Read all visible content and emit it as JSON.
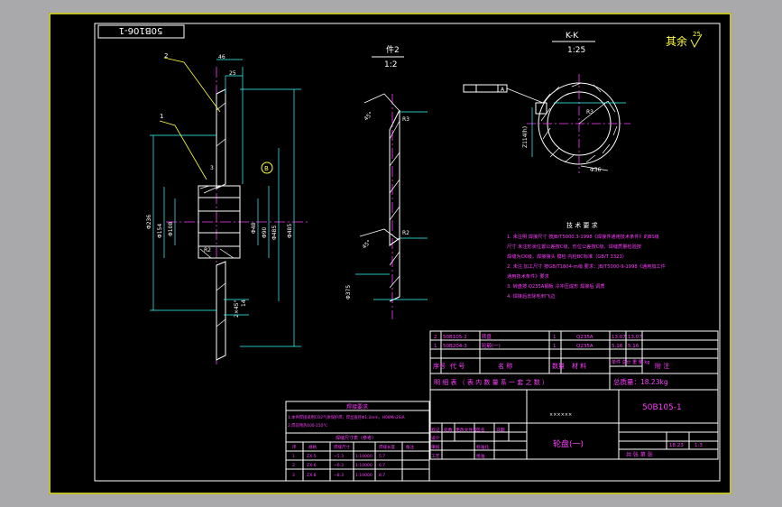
{
  "drawing": {
    "code_box": "50B106-1",
    "roughness_note": "其余",
    "roughness_value": "25",
    "detail_label": "件2",
    "detail_scale": "1:2",
    "section_label": "K-K",
    "section_scale": "1:25",
    "datum_label": "A",
    "circle_marker": "B"
  },
  "dimensions": {
    "d1": "46",
    "d2": "25",
    "d3": "Φ236",
    "d4": "Φ154",
    "d5": "Φ108",
    "d6": "Φ90",
    "d7": "Φ48",
    "d8": "Φ485",
    "d9": "R2",
    "d10": "3",
    "d11": "45°",
    "d12": "2×45°",
    "d13": "14",
    "d14": "Φ375",
    "d15": "R3",
    "d16": "Φ36",
    "d17": "Z114(h)"
  },
  "tech_req": {
    "title": "技 术 要 求",
    "lines": [
      "1. 未注明 焊接尺寸 按JB/T5000.3-1998《焊接件通用技术条件》的BS级",
      "   尺寸 未注形状位置公差按C级、形位公差按C级、焊缝质量检验按",
      "   焊缝为CK级，焊接接头 模检 内检BC标准（GB/T 3323）",
      "2. 未注 加工尺寸 按GB/T1804-m级 要求：JB/T5000-9-1998《通用加工件",
      "   通用技术条件》要求",
      "3. 转盘按 Q235A钢板 冷冲压成形 焊接后 调质",
      "4. 焊接后去除毛刺飞边"
    ]
  },
  "parts_list": {
    "rows": [
      {
        "no": "2",
        "code": "50B105-2",
        "name": "转盘",
        "qty": "1",
        "material": "Q235A",
        "unit_wt": "13.07",
        "total_wt": "13.07"
      },
      {
        "no": "1",
        "code": "50B204-3",
        "name": "轮毂(一)",
        "qty": "1",
        "material": "Q235A",
        "unit_wt": "5.16",
        "total_wt": "5.16"
      }
    ],
    "header": {
      "no": "序号",
      "code": "代  号",
      "name": "名    称",
      "qty": "数量",
      "material": "材  料",
      "weight": "单件 总计 重 量 kg",
      "note": "附  注"
    },
    "footer": "明   细   表   （ 表 内 数 量 系 一 套 之 数 ）",
    "total_weight": "总质量：18.23kg"
  },
  "title_block": {
    "drawing_no": "50B105-1",
    "part_name": "轮盘(一)",
    "small_note": "××××××",
    "scale": "1:3",
    "weight": "18.23",
    "sheet": "共  张  第  张",
    "labels": [
      "标记",
      "处数",
      "更改文件号",
      "签名",
      "日期",
      "设计",
      "审核",
      "工艺",
      "标准化",
      "批准"
    ]
  },
  "weld_table": {
    "title": "焊接要求",
    "note1": "1.本件焊接采用CO2气体保护焊，焊丝直径Φ1.2mm，H08Mn2SiA",
    "note2": "2.焊前预热100-150℃",
    "subtitle": "焊缝尺寸表（参考）",
    "headers": [
      "序",
      "规格",
      "焊缝尺寸",
      "",
      "焊缝长度",
      "备注"
    ],
    "rows": [
      [
        "1",
        "ZX-5",
        "~5.3",
        "1:10000",
        "5.7"
      ],
      [
        "2",
        "ZX-6",
        "~6.3",
        "1:10000",
        "6.7"
      ],
      [
        "3",
        "ZX-8",
        "~8.3",
        "1:10000",
        "8.7"
      ]
    ]
  }
}
